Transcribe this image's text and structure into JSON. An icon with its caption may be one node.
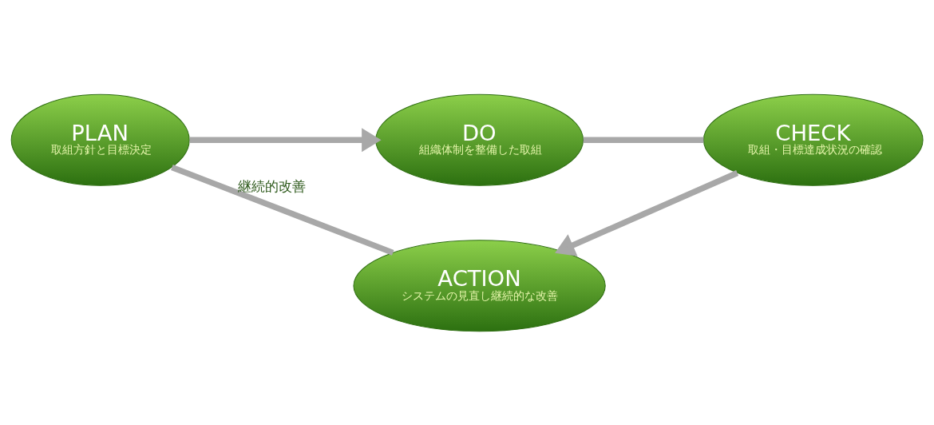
{
  "diagram": {
    "nodes": [
      {
        "text": [
          "PLAN",
          "取組方針と目標決定"
        ]
      },
      {
        "text": [
          "DO",
          "組織体制を整備した取組"
        ]
      },
      {
        "text": [
          "CHECK",
          "取組・目標達成状況の確認"
        ]
      },
      {
        "text": [
          "ACTION",
          "システムの見直し継続的な改善"
        ]
      }
    ],
    "edges": [
      {
        "from": 0,
        "to": 1,
        "arrow": "to"
      },
      {
        "from": 1,
        "to": 2,
        "arrow": "none"
      },
      {
        "from": 2,
        "to": 3,
        "arrow": "to"
      },
      {
        "from": 3,
        "to": 0,
        "arrow": "none",
        "label": "継続的改善"
      }
    ]
  }
}
